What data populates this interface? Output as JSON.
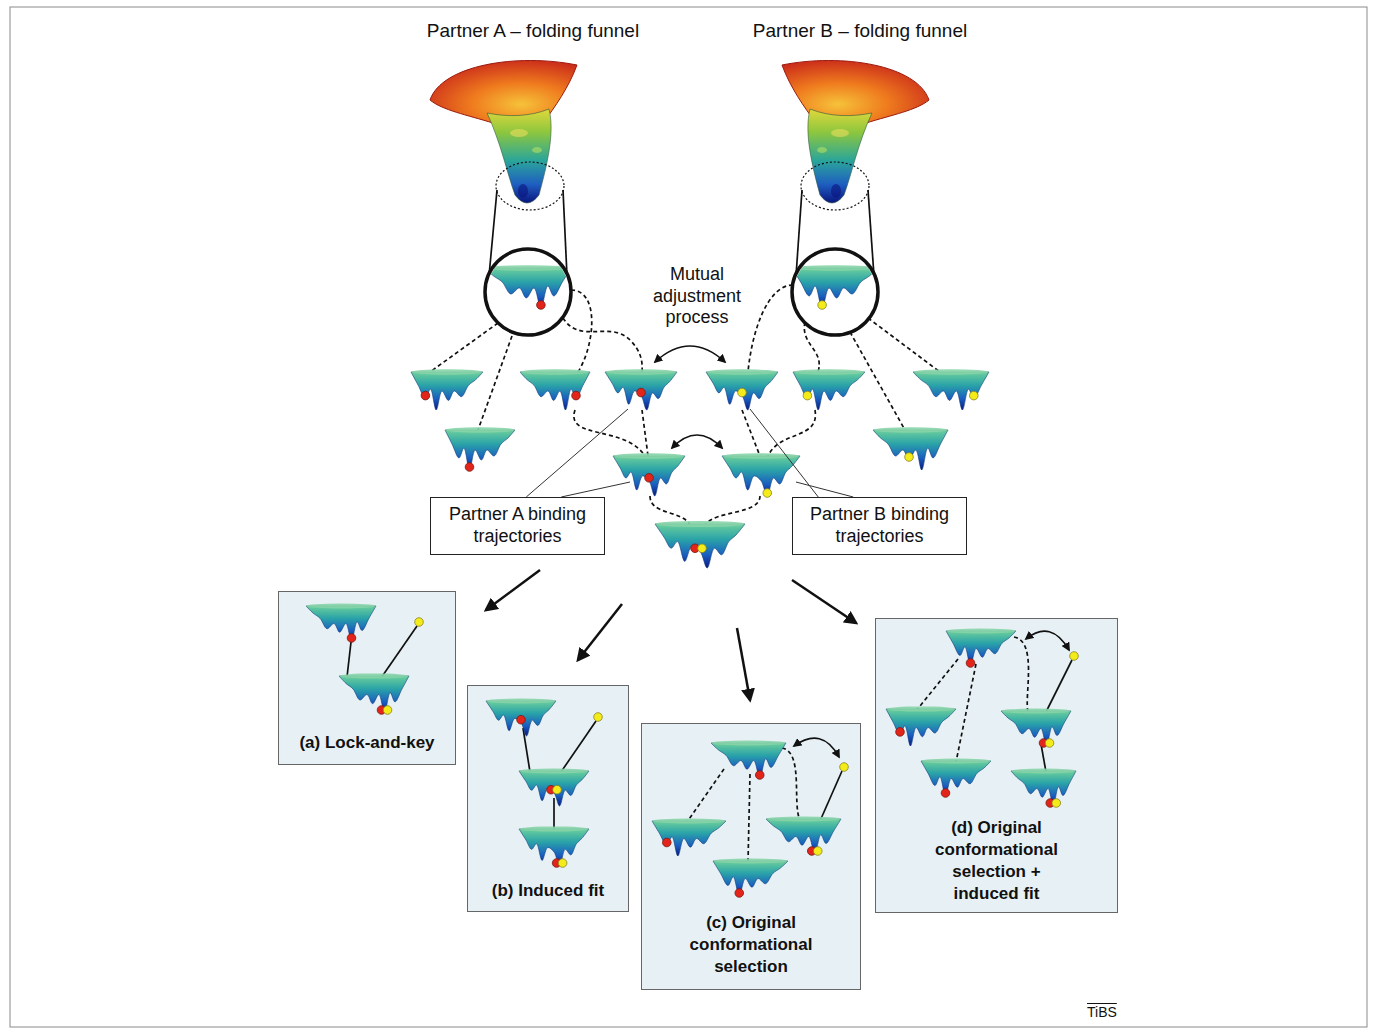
{
  "diagram": {
    "nodes": [
      {
        "text": [
          "Partner A binding trajectories"
        ]
      },
      {
        "text": [
          "Partner B binding trajectories"
        ]
      },
      {
        "text": [
          "(a) Lock-and-key"
        ]
      },
      {
        "text": [
          "(b) Induced fit"
        ]
      },
      {
        "text": [
          "(c) Original conformational selection"
        ]
      },
      {
        "text": [
          "(d) Original conformational selection + induced fit"
        ]
      }
    ],
    "labels": [
      "Partner A – folding funnel",
      "Partner B – folding funnel",
      "Mutual adjustment process",
      "TiBS"
    ]
  }
}
